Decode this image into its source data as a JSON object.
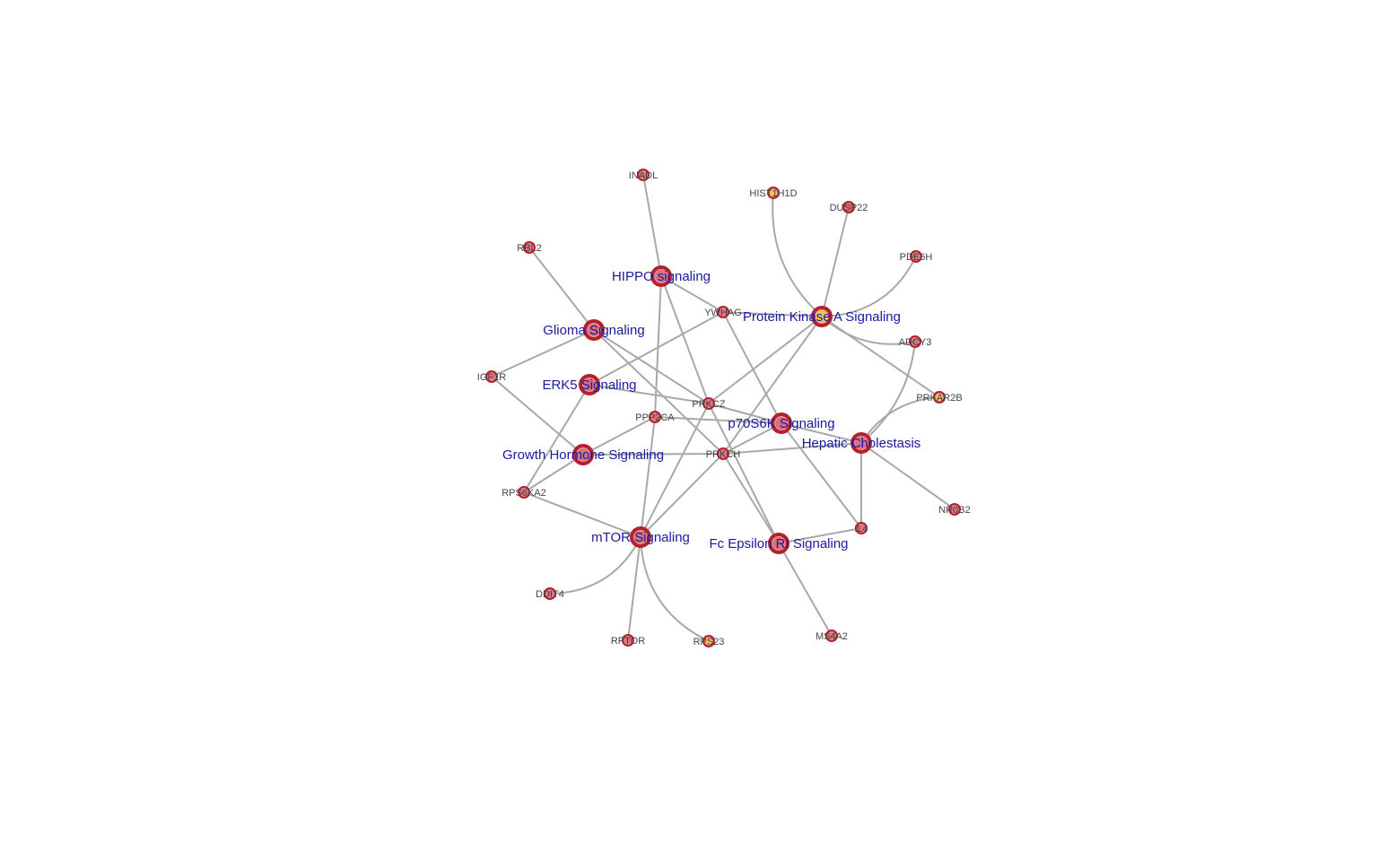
{
  "colors": {
    "node_fill": "#b5202e",
    "node_inner": "#d9707a",
    "highlight_inner": "#f2c84b",
    "edge": "#a8a8a8",
    "pathway_label": "#1a1aa0",
    "gene_label": "#444444"
  },
  "nodes": [
    {
      "id": "hippo",
      "label": "HIPPO signaling",
      "type": "pathway"
    },
    {
      "id": "glioma",
      "label": "Glioma Signaling",
      "type": "pathway"
    },
    {
      "id": "erk5",
      "label": "ERK5 Signaling",
      "type": "pathway"
    },
    {
      "id": "gh",
      "label": "Growth Hormone Signaling",
      "type": "pathway"
    },
    {
      "id": "mtor",
      "label": "mTOR Signaling",
      "type": "pathway"
    },
    {
      "id": "pka",
      "label": "Protein Kinase A Signaling",
      "type": "pathway",
      "highlight": true
    },
    {
      "id": "p70",
      "label": "p70S6K Signaling",
      "type": "pathway"
    },
    {
      "id": "hep",
      "label": "Hepatic Cholestasis",
      "type": "pathway"
    },
    {
      "id": "fc",
      "label": "Fc Epsilon RI Signaling",
      "type": "pathway"
    },
    {
      "id": "INADL",
      "label": "INADL",
      "type": "gene"
    },
    {
      "id": "RBL2",
      "label": "RBL2",
      "type": "gene"
    },
    {
      "id": "YWHAG",
      "label": "YWHAG",
      "type": "gene"
    },
    {
      "id": "IGF1R",
      "label": "IGF1R",
      "type": "gene"
    },
    {
      "id": "PRKCZ",
      "label": "PRKCZ",
      "type": "gene"
    },
    {
      "id": "PPP2CA",
      "label": "PPP2CA",
      "type": "gene"
    },
    {
      "id": "PRKCH",
      "label": "PRKCH",
      "type": "gene"
    },
    {
      "id": "RPS6KA2",
      "label": "RPS6KA2",
      "type": "gene"
    },
    {
      "id": "DDIT4",
      "label": "DDIT4",
      "type": "gene"
    },
    {
      "id": "RPTOR",
      "label": "RPTOR",
      "type": "gene"
    },
    {
      "id": "RPS23",
      "label": "RPS23",
      "type": "gene",
      "highlight": true
    },
    {
      "id": "MS4A2",
      "label": "MS4A2",
      "type": "gene"
    },
    {
      "id": "IL4",
      "label": "IL4",
      "type": "gene"
    },
    {
      "id": "NR0B2",
      "label": "NR0B2",
      "type": "gene"
    },
    {
      "id": "PRKAR2B",
      "label": "PRKAR2B",
      "type": "gene",
      "highlight": true
    },
    {
      "id": "ADCY3",
      "label": "ADCY3",
      "type": "gene"
    },
    {
      "id": "PDE6H",
      "label": "PDE6H",
      "type": "gene"
    },
    {
      "id": "DUSP22",
      "label": "DUSP22",
      "type": "gene"
    },
    {
      "id": "HIST1H1D",
      "label": "HIST1H1D",
      "type": "gene",
      "highlight": true
    }
  ],
  "edges": [
    [
      "INADL",
      "hippo"
    ],
    [
      "hippo",
      "YWHAG"
    ],
    [
      "hippo",
      "PRKCZ"
    ],
    [
      "hippo",
      "PPP2CA"
    ],
    [
      "RBL2",
      "glioma"
    ],
    [
      "glioma",
      "IGF1R"
    ],
    [
      "glioma",
      "PRKCZ"
    ],
    [
      "glioma",
      "PRKCH"
    ],
    [
      "YWHAG",
      "erk5"
    ],
    [
      "YWHAG",
      "p70"
    ],
    [
      "YWHAG",
      "pka"
    ],
    [
      "erk5",
      "PRKCZ"
    ],
    [
      "erk5",
      "RPS6KA2"
    ],
    [
      "IGF1R",
      "gh"
    ],
    [
      "gh",
      "PPP2CA"
    ],
    [
      "gh",
      "PRKCH"
    ],
    [
      "gh",
      "RPS6KA2"
    ],
    [
      "RPS6KA2",
      "mtor"
    ],
    [
      "PPP2CA",
      "p70"
    ],
    [
      "PPP2CA",
      "mtor"
    ],
    [
      "PRKCZ",
      "mtor"
    ],
    [
      "PRKCH",
      "mtor"
    ],
    [
      "PRKCZ",
      "p70"
    ],
    [
      "p70",
      "hep"
    ],
    [
      "PRKCZ",
      "pka"
    ],
    [
      "PRKCH",
      "pka"
    ],
    [
      "PRKCH",
      "p70"
    ],
    [
      "PRKCH",
      "hep"
    ],
    [
      "PRKCZ",
      "fc"
    ],
    [
      "PRKCH",
      "fc"
    ],
    [
      "p70",
      "IL4"
    ],
    [
      "pka",
      "HIST1H1D"
    ],
    [
      "pka",
      "DUSP22"
    ],
    [
      "pka",
      "PDE6H"
    ],
    [
      "pka",
      "ADCY3"
    ],
    [
      "pka",
      "PRKAR2B"
    ],
    [
      "hep",
      "ADCY3"
    ],
    [
      "hep",
      "PRKAR2B"
    ],
    [
      "hep",
      "NR0B2"
    ],
    [
      "hep",
      "IL4"
    ],
    [
      "fc",
      "IL4"
    ],
    [
      "fc",
      "MS4A2"
    ],
    [
      "mtor",
      "DDIT4"
    ],
    [
      "mtor",
      "RPTOR"
    ],
    [
      "mtor",
      "RPS23"
    ]
  ]
}
